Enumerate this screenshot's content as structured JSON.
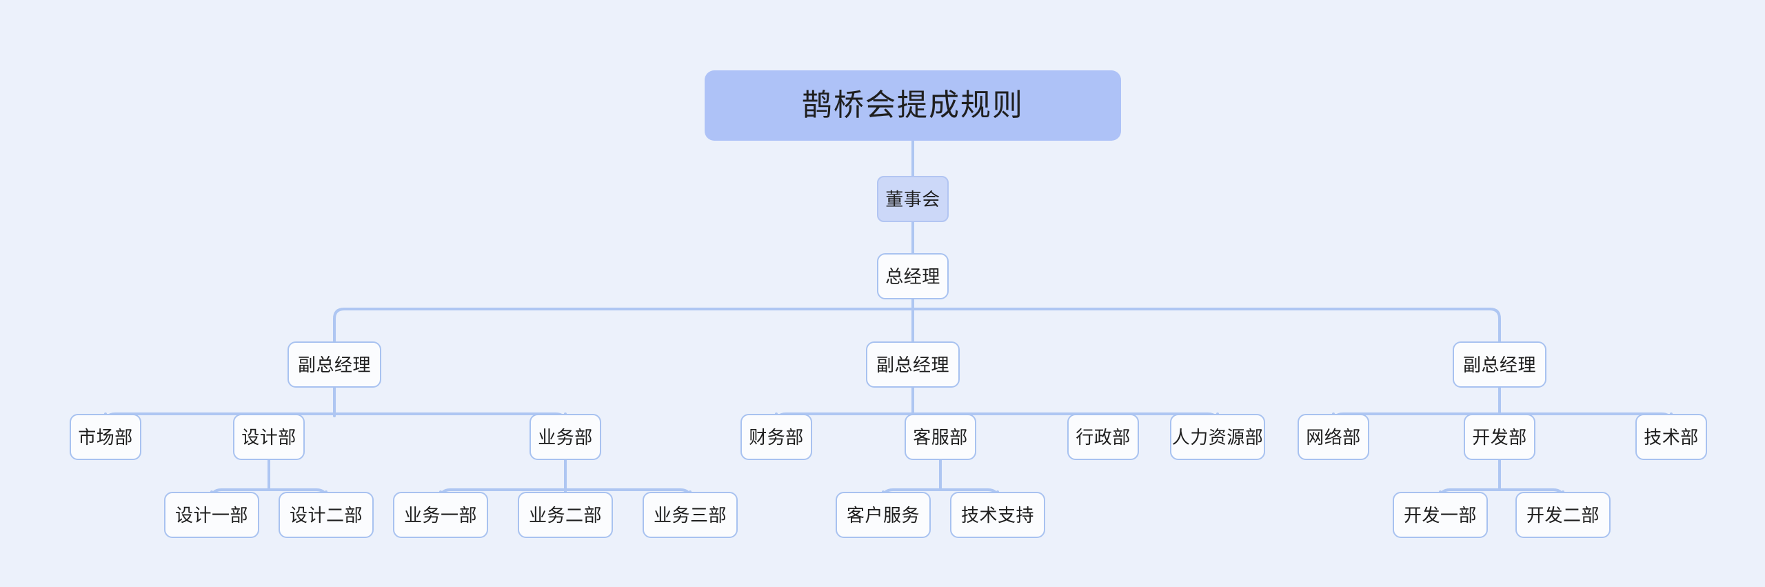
{
  "diagram": {
    "type": "org-chart",
    "title": "鹊桥会提成规则",
    "background_color": "#ecf1fb",
    "accent_color": "#aec2f7",
    "line_color": "#aec6f2",
    "node_fill": "#fbfcfe",
    "node_border": "#a8c2f0"
  },
  "nodes": {
    "title": "鹊桥会提成规则",
    "board": "董事会",
    "general_manager": "总经理",
    "deputy_1": "副总经理",
    "deputy_2": "副总经理",
    "deputy_3": "副总经理",
    "marketing": "市场部",
    "design": "设计部",
    "business": "业务部",
    "finance": "财务部",
    "customer_service_dept": "客服部",
    "administration": "行政部",
    "human_resources": "人力资源部",
    "network": "网络部",
    "development": "开发部",
    "technology": "技术部",
    "design_1": "设计一部",
    "design_2": "设计二部",
    "business_1": "业务一部",
    "business_2": "业务二部",
    "business_3": "业务三部",
    "customer_service": "客户服务",
    "technical_support": "技术支持",
    "development_1": "开发一部",
    "development_2": "开发二部"
  }
}
